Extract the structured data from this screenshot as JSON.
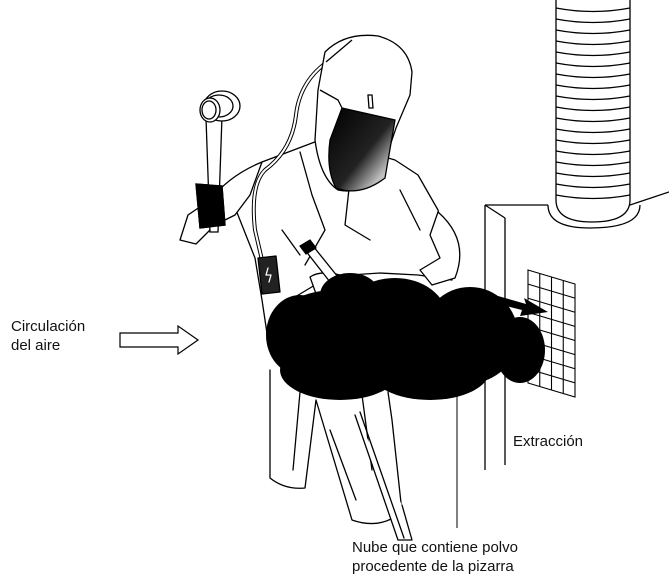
{
  "labels": {
    "air_circulation": [
      "Circulación",
      "del aire"
    ],
    "extraction": "Extracción",
    "dust_cloud": [
      "Nube que contiene polvo",
      "procedente de la pizarra"
    ]
  },
  "colors": {
    "line": "#000000",
    "background": "#ffffff",
    "cloud": "#000000"
  }
}
